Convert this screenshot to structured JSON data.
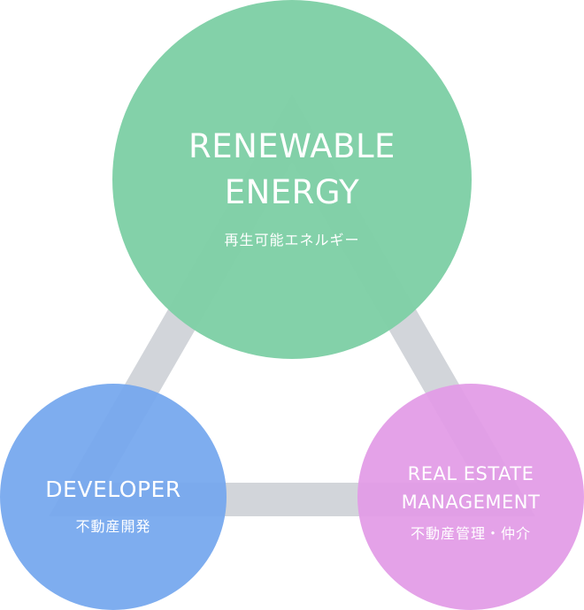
{
  "colors": {
    "connector": "#d2d5da",
    "renewable": "#7fd0a6",
    "developer": "#74a7ee",
    "real_estate": "#e29be6",
    "text": "#ffffff"
  },
  "nodes": {
    "renewable": {
      "title_line1": "RENEWABLE",
      "title_line2": "ENERGY",
      "subtitle": "再生可能エネルギー"
    },
    "developer": {
      "title_line1": "DEVELOPER",
      "subtitle": "不動産開発"
    },
    "real_estate": {
      "title_line1": "REAL ESTATE",
      "title_line2": "MANAGEMENT",
      "subtitle": "不動産管理・仲介"
    }
  }
}
